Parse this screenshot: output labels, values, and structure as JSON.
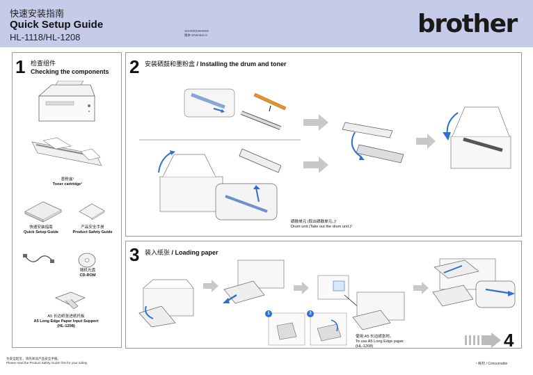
{
  "header": {
    "title_cn": "快速安装指南",
    "title_en": "Quick Setup Guide",
    "model": "HL-1118/HL-1208",
    "version_line1": "SCHN/CHN-ENG",
    "version_line2": "版本 0/Version 0",
    "brand": "brother"
  },
  "step1": {
    "number": "1",
    "title_cn": "检查组件",
    "title_en": "Checking the components",
    "toner_cn": "墨粉盒¹",
    "toner_en": "Toner cartridge¹",
    "qsg_cn": "快速安装指南",
    "qsg_en": "Quick Setup Guide",
    "psg_cn": "产品安全手册",
    "psg_en": "Product Safety Guide",
    "cd_cn": "随机光盘",
    "cd_en": "CD-ROM",
    "a5_cn": "A5 长边纸张进纸托板",
    "a5_en": "A5 Long Edge Paper Input Support",
    "a5_model": "(HL-1208)"
  },
  "step2": {
    "number": "2",
    "title_cn": "安装硒鼓和墨粉盒",
    "title_en": " / Installing the drum and toner",
    "drum_cn": "硒鼓单元 (取出硒鼓单元。)¹",
    "drum_en": "Drum unit (Take out the drum unit.)¹"
  },
  "step3": {
    "number": "3",
    "title_cn": "装入纸张",
    "title_en": " / Loading paper",
    "circle1": "1",
    "circle2": "2",
    "a5_note_cn": "使用 A5 长边纸张时。",
    "a5_note_en1": "To use A5 Long Edge paper.",
    "a5_note_en2": "(HL-1208)"
  },
  "next_step": "4",
  "footer": {
    "left_cn": "为安全起见，请先阅读产品安全手册。",
    "left_en": "Please read the Product Safety Guide first for your safety.",
    "right": "¹ 耗材 / Consumable"
  },
  "colors": {
    "header_bg": "#c5cbe8",
    "highlight_blue": "#2f6fd0",
    "toner_orange": "#e09430",
    "arrow_gray": "#c8c8c8"
  }
}
